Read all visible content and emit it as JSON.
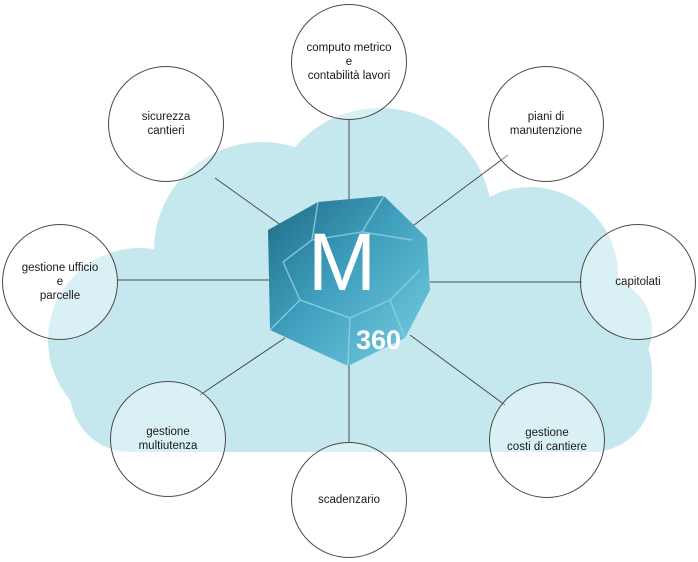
{
  "logo": {
    "letter": "M",
    "number": "360"
  },
  "nodes": [
    {
      "id": "computo",
      "label": "computo metrico\ne\ncontabilità lavori"
    },
    {
      "id": "piani",
      "label": "piani di\nmanutenzione"
    },
    {
      "id": "capitolati",
      "label": "capitolati"
    },
    {
      "id": "costi",
      "label": "gestione\ncosti di cantiere"
    },
    {
      "id": "scadenzario",
      "label": "scadenzario"
    },
    {
      "id": "multiutenza",
      "label": "gestione\nmultiutenza"
    },
    {
      "id": "ufficio",
      "label": "gestione ufficio\ne\nparcelle"
    },
    {
      "id": "sicurezza",
      "label": "sicurezza\ncantieri"
    }
  ],
  "colors": {
    "cloud": "#c5e8ef",
    "line": "#4a4a4a",
    "hub_dark": "#1f6f8b",
    "hub_light": "#6fc6dc"
  }
}
